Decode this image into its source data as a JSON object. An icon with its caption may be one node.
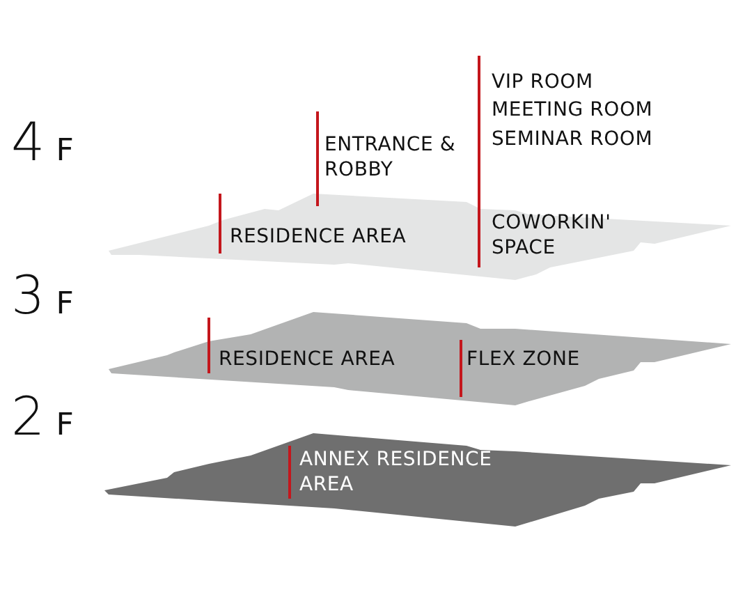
{
  "diagram": {
    "nodes": [
      {
        "text": [
          "RESIDENCE AREA",
          "ENTRANCE & ROBBY",
          "VIP ROOM",
          "MEETING ROOM",
          "SEMINAR ROOM",
          "COWORKIN' SPACE"
        ],
        "beside": [
          "4F"
        ]
      },
      {
        "text": [
          "RESIDENCE AREA",
          "FLEX ZONE"
        ],
        "beside": [
          "3F"
        ]
      },
      {
        "text": [
          "ANNEX RESIDENCE AREA"
        ],
        "beside": [
          "2F"
        ]
      }
    ]
  }
}
